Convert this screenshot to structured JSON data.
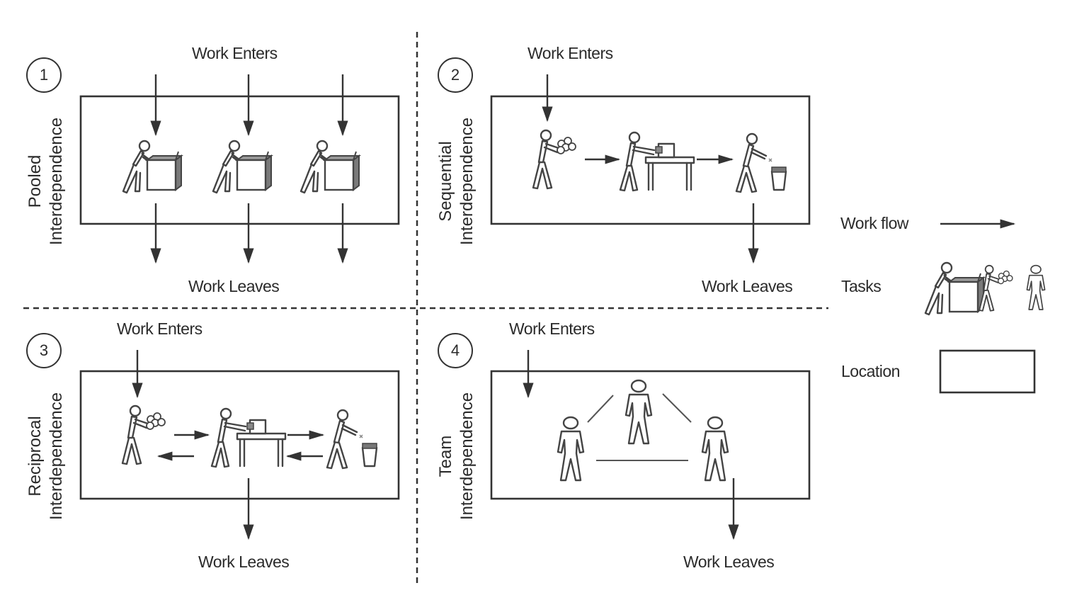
{
  "quadrants": [
    {
      "number": "1",
      "title_lines": [
        "Pooled",
        "Interdependence"
      ],
      "enters_label": "Work Enters",
      "leaves_label": "Work Leaves"
    },
    {
      "number": "2",
      "title_lines": [
        "Sequential",
        "Interdependence"
      ],
      "enters_label": "Work Enters",
      "leaves_label": "Work Leaves"
    },
    {
      "number": "3",
      "title_lines": [
        "Reciprocal",
        "Interdependence"
      ],
      "enters_label": "Work Enters",
      "leaves_label": "Work Leaves"
    },
    {
      "number": "4",
      "title_lines": [
        "Team",
        "Interdependence"
      ],
      "enters_label": "Work Enters",
      "leaves_label": "Work Leaves"
    }
  ],
  "legend": {
    "workflow_label": "Work flow",
    "tasks_label": "Tasks",
    "location_label": "Location"
  },
  "icons": {
    "worker_box": "worker-with-box-icon",
    "worker_carry": "worker-carrying-items-icon",
    "worker_table": "worker-at-table-icon",
    "worker_bin": "worker-at-bin-icon",
    "person": "standing-person-icon"
  },
  "colors": {
    "line": "#333333",
    "figure_stroke": "#444444",
    "box_fill": "#8a8a8a",
    "background": "#ffffff"
  }
}
